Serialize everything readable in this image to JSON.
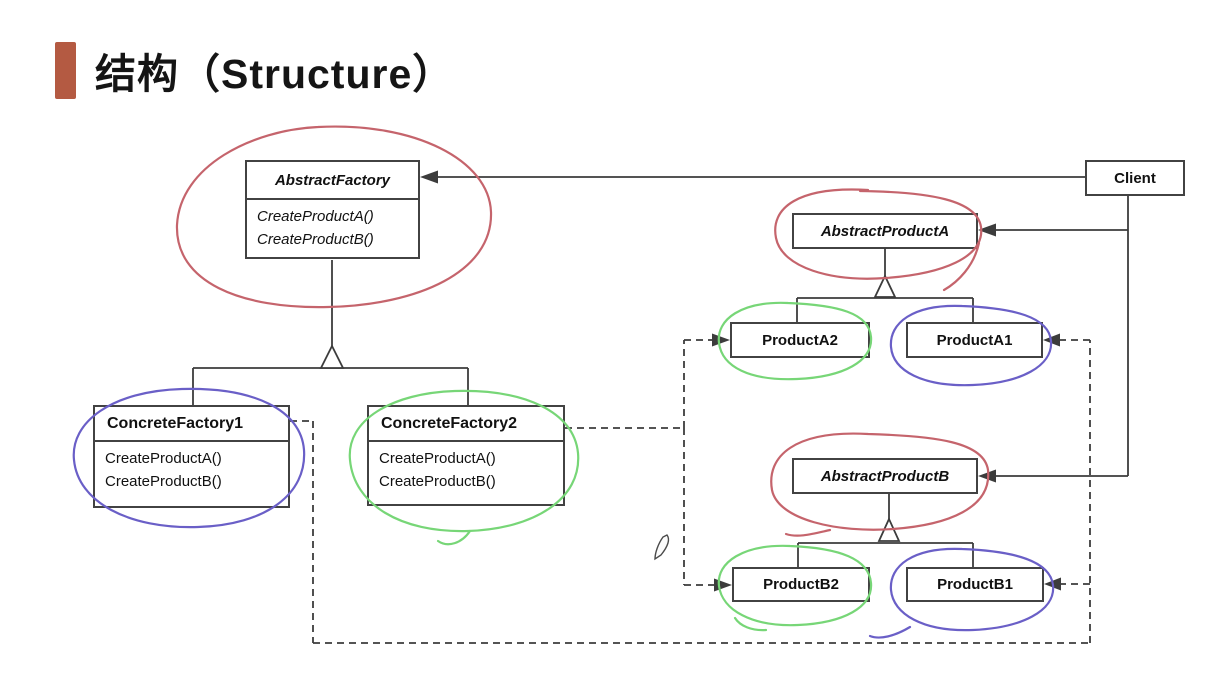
{
  "title": {
    "text": "结构（Structure）"
  },
  "colors": {
    "accent": "#b45a42",
    "line": "#3c3c3c",
    "annotation_red": "#c5646c",
    "annotation_green": "#77d677",
    "annotation_blue": "#6a5fc7"
  },
  "classes": {
    "abstract_factory": {
      "name": "AbstractFactory",
      "methods": [
        "CreateProductA()",
        "CreateProductB()"
      ]
    },
    "concrete_factory1": {
      "name": "ConcreteFactory1",
      "methods": [
        "CreateProductA()",
        "CreateProductB()"
      ]
    },
    "concrete_factory2": {
      "name": "ConcreteFactory2",
      "methods": [
        "CreateProductA()",
        "CreateProductB()"
      ]
    },
    "client": {
      "name": "Client"
    },
    "abstract_product_a": {
      "name": "AbstractProductA"
    },
    "product_a2": {
      "name": "ProductA2"
    },
    "product_a1": {
      "name": "ProductA1"
    },
    "abstract_product_b": {
      "name": "AbstractProductB"
    },
    "product_b2": {
      "name": "ProductB2"
    },
    "product_b1": {
      "name": "ProductB1"
    }
  },
  "relationships": [
    {
      "from": "Client",
      "to": "AbstractFactory",
      "type": "solid-arrow"
    },
    {
      "from": "Client",
      "to": "AbstractProductA",
      "type": "solid-arrow"
    },
    {
      "from": "Client",
      "to": "AbstractProductB",
      "type": "solid-arrow"
    },
    {
      "from": "ConcreteFactory1",
      "to": "AbstractFactory",
      "type": "inheritance"
    },
    {
      "from": "ConcreteFactory2",
      "to": "AbstractFactory",
      "type": "inheritance"
    },
    {
      "from": "ProductA1",
      "to": "AbstractProductA",
      "type": "inheritance"
    },
    {
      "from": "ProductA2",
      "to": "AbstractProductA",
      "type": "inheritance"
    },
    {
      "from": "ProductB1",
      "to": "AbstractProductB",
      "type": "inheritance"
    },
    {
      "from": "ProductB2",
      "to": "AbstractProductB",
      "type": "inheritance"
    },
    {
      "from": "ConcreteFactory1",
      "to": "ProductA1",
      "type": "dashed-arrow"
    },
    {
      "from": "ConcreteFactory1",
      "to": "ProductB1",
      "type": "dashed-arrow"
    },
    {
      "from": "ConcreteFactory2",
      "to": "ProductA2",
      "type": "dashed-arrow"
    },
    {
      "from": "ConcreteFactory2",
      "to": "ProductB2",
      "type": "dashed-arrow"
    }
  ],
  "annotations": [
    {
      "target": "AbstractFactory",
      "color": "red"
    },
    {
      "target": "AbstractProductA",
      "color": "red"
    },
    {
      "target": "AbstractProductB",
      "color": "red"
    },
    {
      "target": "ConcreteFactory2",
      "color": "green"
    },
    {
      "target": "ProductA2",
      "color": "green"
    },
    {
      "target": "ProductB2",
      "color": "green"
    },
    {
      "target": "ConcreteFactory1",
      "color": "blue"
    },
    {
      "target": "ProductA1",
      "color": "blue"
    },
    {
      "target": "ProductB1",
      "color": "blue"
    }
  ]
}
